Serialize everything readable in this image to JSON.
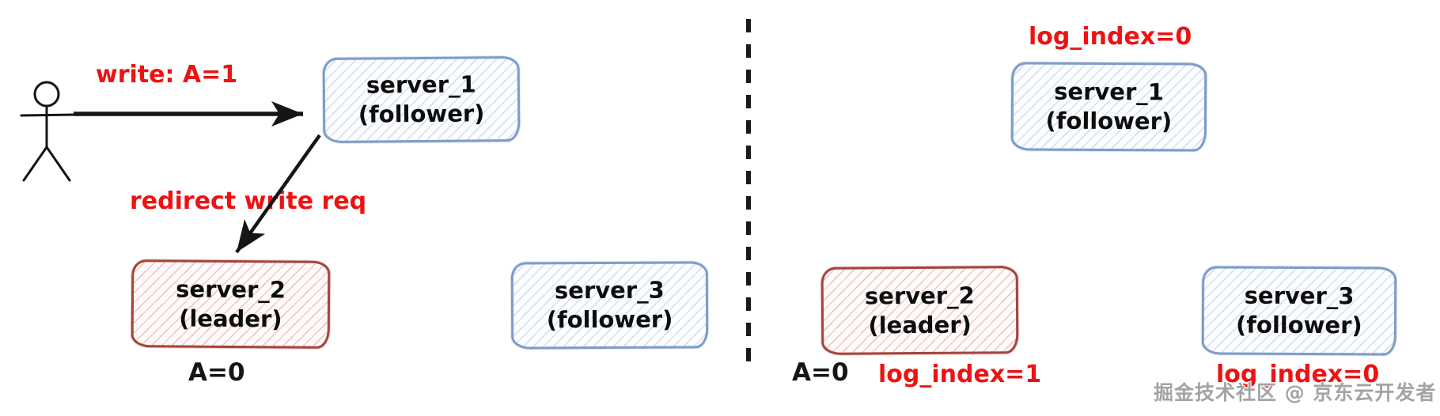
{
  "colors": {
    "red_label": "#ee1212",
    "blue_box_border": "#7d9ccb",
    "red_box_border": "#a5443e",
    "ink": "#151515",
    "watermark_gray": "#a3a3a3"
  },
  "left_panel": {
    "write_label": "write: A=1",
    "redirect_label": "redirect write req",
    "value_label": "A=0",
    "server_1": {
      "name": "server_1",
      "role": "(follower)"
    },
    "server_2": {
      "name": "server_2",
      "role": "(leader)"
    },
    "server_3": {
      "name": "server_3",
      "role": "(follower)"
    }
  },
  "right_panel": {
    "log_index_server_1": "log_index=0",
    "value_label": "A=0",
    "log_index_server_2": "log_index=1",
    "log_index_server_3": "log_index=0",
    "server_1": {
      "name": "server_1",
      "role": "(follower)"
    },
    "server_2": {
      "name": "server_2",
      "role": "(leader)"
    },
    "server_3": {
      "name": "server_3",
      "role": "(follower)"
    }
  },
  "watermark": "掘金技术社区 @ 京东云开发者"
}
